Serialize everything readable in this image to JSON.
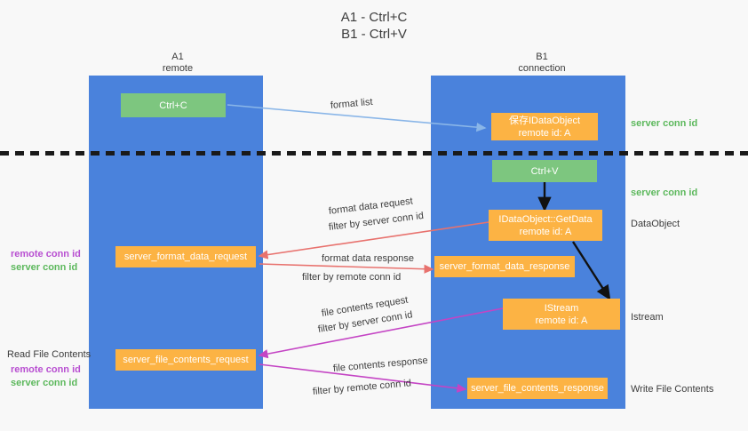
{
  "title": {
    "line1": "A1 - Ctrl+C",
    "line2": "B1 - Ctrl+V"
  },
  "colors": {
    "lane": "#4a82dc",
    "green_box": "#7dc67f",
    "orange_box": "#fcb344",
    "server_conn_id": "#5cb85c",
    "remote_conn_id": "#b84fd1",
    "arrow_blue": "#8ab6e8",
    "arrow_red": "#e8726e",
    "arrow_magenta": "#c444c4",
    "arrow_black": "#111111",
    "divider": "#1a1a1a",
    "background": "#f8f8f8"
  },
  "columns": {
    "left": {
      "name": "A1",
      "sub": "remote"
    },
    "right": {
      "name": "B1",
      "sub": "connection"
    }
  },
  "boxes": {
    "ctrl_c": "Ctrl+C",
    "ctrl_v": "Ctrl+V",
    "save_idataobject": {
      "line1": "保存IDataObject",
      "line2": "remote id: A"
    },
    "getdata": {
      "line1": "IDataObject::GetData",
      "line2": "remote id: A"
    },
    "istream": {
      "line1": "IStream",
      "line2": "remote id: A"
    },
    "server_format_data_request": "server_format_data_request",
    "server_format_data_response": "server_format_data_response",
    "server_file_contents_request": "server_file_contents_request",
    "server_file_contents_response": "server_file_contents_response"
  },
  "arrow_labels": {
    "format_list": "format list",
    "format_data_request": "format data request",
    "format_data_request_filter_prefix": "filter by ",
    "format_data_request_filter_value": "server conn id",
    "format_data_response": "format data response",
    "format_data_response_filter_prefix": "filter by ",
    "format_data_response_filter_value": "remote conn id",
    "file_contents_request": "file contents request",
    "file_contents_request_filter_prefix": "filter by ",
    "file_contents_request_filter_value": "server conn id",
    "file_contents_response": "file contents response",
    "file_contents_response_filter_prefix": "filter by ",
    "file_contents_response_filter_value": "remote conn id"
  },
  "right_annotations": {
    "server_conn_id_top": "server conn id",
    "server_conn_id_mid": "server conn id",
    "dataobject": "DataObject",
    "istream": "Istream",
    "write_file_contents": "Write File Contents"
  },
  "left_annotations": {
    "format_remote_conn_id": "remote conn id",
    "format_server_conn_id": "server conn id",
    "read_file_contents": "Read File Contents",
    "file_remote_conn_id": "remote conn id",
    "file_server_conn_id": "server conn id"
  }
}
